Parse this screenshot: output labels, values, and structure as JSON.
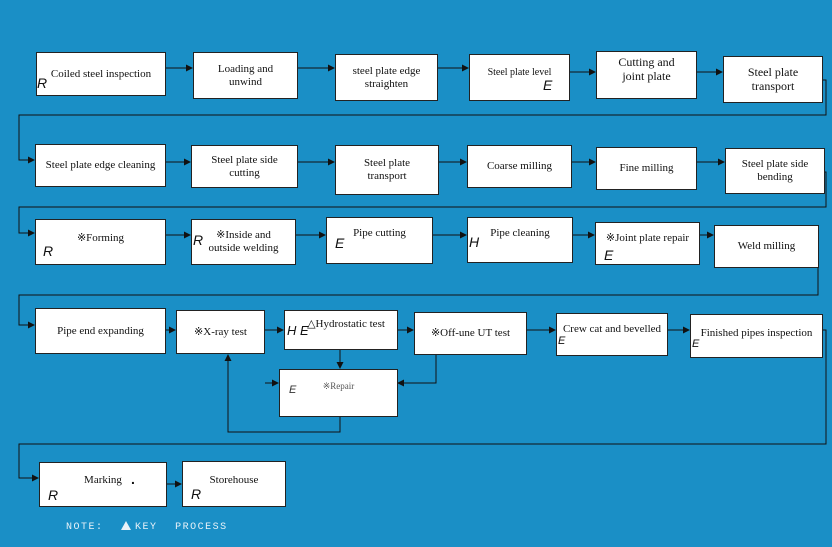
{
  "nodes": {
    "coiled_inspection": {
      "label": "Coiled steel inspection",
      "mark": "R"
    },
    "loading_unwind": {
      "label_1": "Loading and",
      "label_2": "unwind"
    },
    "edge_straighten": {
      "label_1": "steel plate edge",
      "label_2": "straighten"
    },
    "plate_level": {
      "label": "Steel plate level",
      "mark": "E"
    },
    "cutting_joint": {
      "label_1": "Cutting and",
      "label_2": "joint plate"
    },
    "plate_transport_1": {
      "label_1": "Steel plate",
      "label_2": "transport"
    },
    "edge_cleaning": {
      "label": "Steel plate edge cleaning"
    },
    "side_cutting": {
      "label": "Steel plate side cutting"
    },
    "plate_transport_2": {
      "label_1": "Steel plate",
      "label_2": "transport"
    },
    "coarse_milling": {
      "label": "Coarse milling"
    },
    "fine_milling": {
      "label": "Fine milling"
    },
    "side_bending": {
      "label_1": "Steel plate side",
      "label_2": "bending"
    },
    "forming": {
      "label": "※Forming",
      "mark": "R"
    },
    "welding": {
      "label_1": "※Inside and",
      "label_2": "outside welding",
      "mark": "R"
    },
    "pipe_cutting": {
      "label": "Pipe cutting",
      "mark": "E"
    },
    "pipe_cleaning": {
      "label": "Pipe cleaning",
      "mark": "H"
    },
    "joint_repair": {
      "label": "※Joint plate repair",
      "mark": "E"
    },
    "weld_milling": {
      "label": "Weld milling"
    },
    "end_expanding": {
      "label": "Pipe end expanding"
    },
    "xray": {
      "label": "※X-ray test"
    },
    "hydrostatic": {
      "label": "△Hydrostatic test",
      "mark": "H E"
    },
    "ut_test": {
      "label": "※Off-une UT test"
    },
    "crew_cat": {
      "label": "Crew cat and bevelled",
      "mark": "E"
    },
    "finished_inspection": {
      "label": "Finished pipes inspection",
      "mark": "E"
    },
    "repair": {
      "label": "※Repair",
      "mark": "E"
    },
    "marking": {
      "label": "Marking",
      "mark": "R",
      "dot": "."
    },
    "storehouse": {
      "label": "Storehouse",
      "mark": "R"
    }
  },
  "note": {
    "word_1": "NOTE:",
    "word_2": "KEY",
    "word_3": "PROCESS"
  },
  "colors": {
    "background": "#1a8fc6",
    "box": "#ffffff",
    "line": "#111111",
    "note_text": "#e8f2f8"
  }
}
